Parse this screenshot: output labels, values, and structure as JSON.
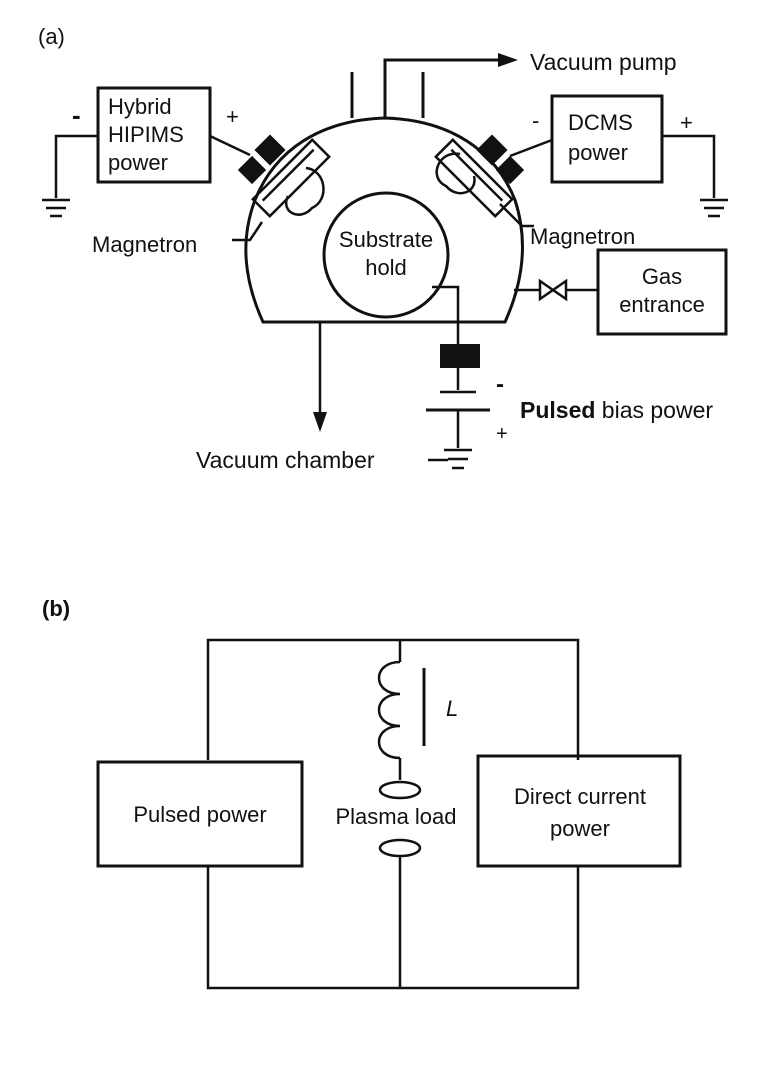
{
  "panel_a": {
    "label": "(a)",
    "vacuum_pump": "Vacuum pump",
    "hipims_box": [
      "Hybrid",
      "HIPIMS",
      "power"
    ],
    "hipims_minus": "-",
    "hipims_plus": "+",
    "dcms_box": [
      "DCMS",
      "power"
    ],
    "dcms_minus": "-",
    "dcms_plus": "+",
    "magnetron_left": "Magnetron",
    "magnetron_right": "Magnetron",
    "substrate": [
      "Substrate",
      "hold"
    ],
    "gas_box": [
      "Gas",
      "entrance"
    ],
    "bias_minus": "-",
    "bias_plus": "+",
    "bias_label_bold": "Pulsed",
    "bias_label_rest": " bias power",
    "vacuum_chamber": "Vacuum chamber"
  },
  "panel_b": {
    "label": "(b)",
    "pulsed_power": "Pulsed power",
    "inductor": "L",
    "plasma_load": "Plasma load",
    "dc_power": [
      "Direct current",
      "power"
    ]
  }
}
